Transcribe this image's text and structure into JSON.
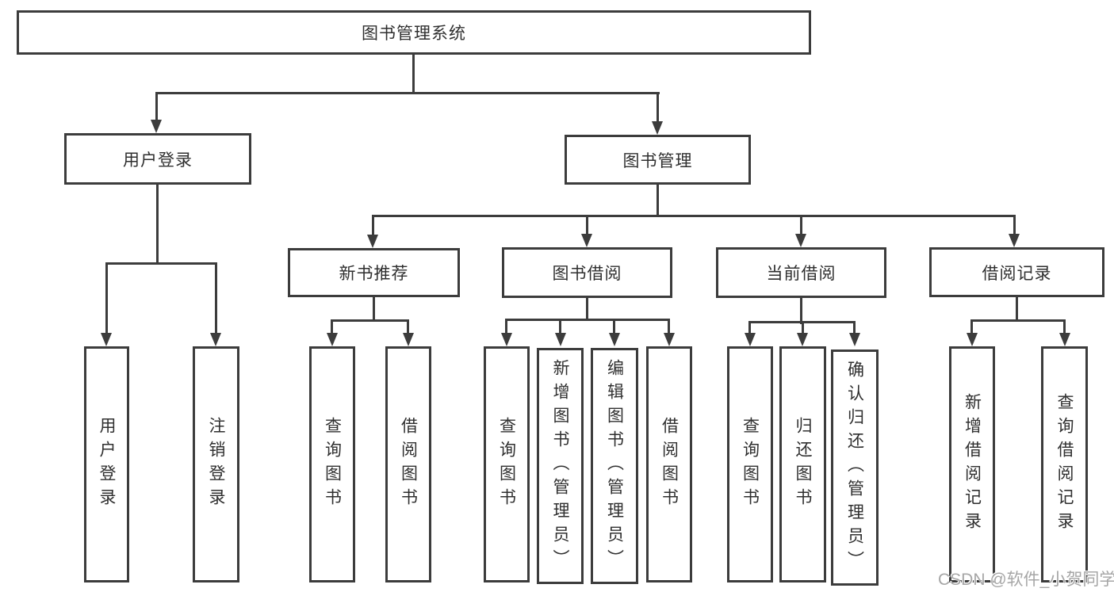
{
  "diagram": {
    "type": "tree",
    "title": "图书管理系统",
    "nodes": {
      "root": "图书管理系统",
      "user_login": "用户登录",
      "book_mgmt": "图书管理",
      "new_book_rec": "新书推荐",
      "book_borrow": "图书借阅",
      "current_borrow": "当前借阅",
      "borrow_record": "借阅记录",
      "leaf_user_login": "用户登录",
      "leaf_logout": "注销登录",
      "leaf_query_book_1": "查询图书",
      "leaf_borrow_book_1": "借阅图书",
      "leaf_query_book_2": "查询图书",
      "leaf_add_book": "新增图书（管理员）",
      "leaf_edit_book": "编辑图书（管理员）",
      "leaf_borrow_book_2": "借阅图书",
      "leaf_query_book_3": "查询图书",
      "leaf_return_book": "归还图书",
      "leaf_confirm_return": "确认归还（管理员）",
      "leaf_add_record": "新增借阅记录",
      "leaf_query_record": "查询借阅记录"
    },
    "edges": [
      [
        "图书管理系统",
        "用户登录"
      ],
      [
        "图书管理系统",
        "图书管理"
      ],
      [
        "用户登录",
        "用户登录(叶)"
      ],
      [
        "用户登录",
        "注销登录"
      ],
      [
        "图书管理",
        "新书推荐"
      ],
      [
        "图书管理",
        "图书借阅"
      ],
      [
        "图书管理",
        "当前借阅"
      ],
      [
        "图书管理",
        "借阅记录"
      ],
      [
        "新书推荐",
        "查询图书"
      ],
      [
        "新书推荐",
        "借阅图书"
      ],
      [
        "图书借阅",
        "查询图书"
      ],
      [
        "图书借阅",
        "新增图书（管理员）"
      ],
      [
        "图书借阅",
        "编辑图书（管理员）"
      ],
      [
        "图书借阅",
        "借阅图书"
      ],
      [
        "当前借阅",
        "查询图书"
      ],
      [
        "当前借阅",
        "归还图书"
      ],
      [
        "当前借阅",
        "确认归还（管理员）"
      ],
      [
        "借阅记录",
        "新增借阅记录"
      ],
      [
        "借阅记录",
        "查询借阅记录"
      ]
    ],
    "colors": {
      "line": "#3c3c3c",
      "text": "#2f2f2f",
      "background": "#ffffff",
      "watermark": "#a6a6a6"
    }
  },
  "watermark": "CSDN @软件_小贺同学"
}
